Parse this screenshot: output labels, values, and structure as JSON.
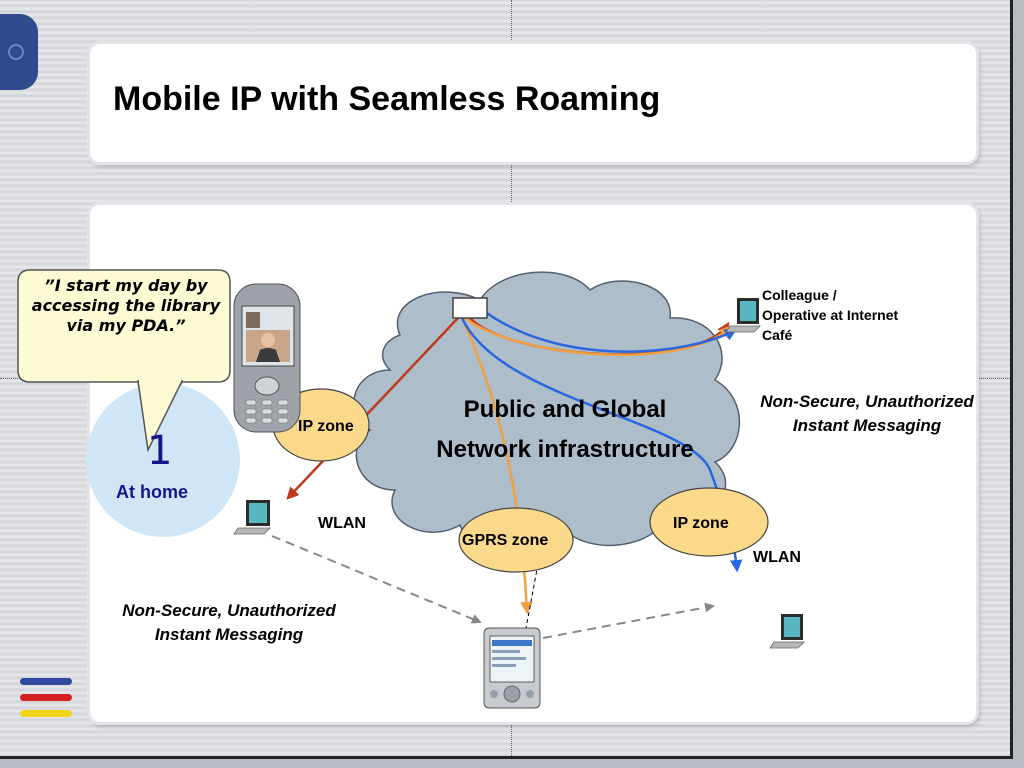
{
  "title": "Mobile IP with Seamless Roaming",
  "quote": "”I start my day by accessing the library via my PDA.”",
  "step": {
    "number": "1",
    "label": "At home"
  },
  "cloud": {
    "line1": "Public and Global",
    "line2": "Network infrastructure"
  },
  "zones": {
    "ip_zone_left": "IP zone",
    "ip_zone_right": "IP zone",
    "gprs_zone": "GPRS zone"
  },
  "wlan_left": "WLAN",
  "wlan_right": "WLAN",
  "colleague": {
    "line1": "Colleague /",
    "line2": "Operative at Internet",
    "line3": "Café"
  },
  "note_right": {
    "line1": "Non-Secure, Unauthorized",
    "line2": "Instant Messaging"
  },
  "note_left": {
    "line1": "Non-Secure, Unauthorized",
    "line2": "Instant Messaging"
  },
  "colors": {
    "stripe_blue": "#2f4aa0",
    "stripe_red": "#d42020",
    "stripe_yellow": "#f2d51b",
    "arrow_red": "#c0391b",
    "arrow_orange": "#f0a040",
    "arrow_blue": "#2a66e0",
    "zone_fill": "#fbd98a",
    "cloud_fill": "#aebdca",
    "callout_fill": "#fdfbd3",
    "step_circle": "#cfe6f6"
  }
}
